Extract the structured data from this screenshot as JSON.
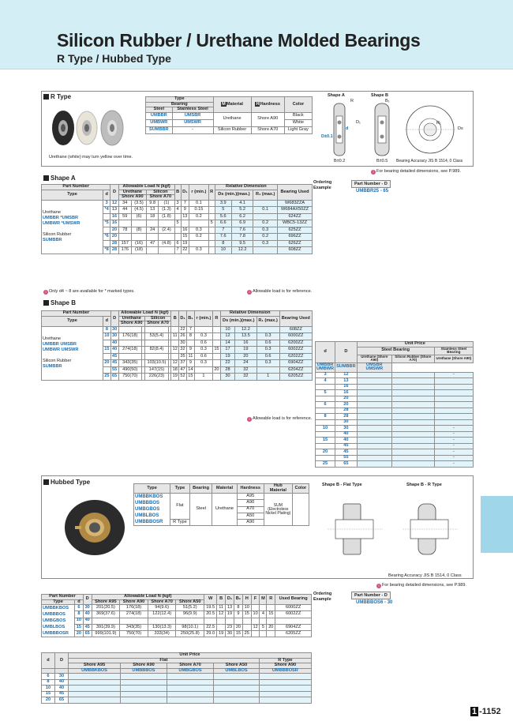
{
  "header": {
    "title": "Silicon Rubber / Urethane Molded Bearings",
    "subtitle": "R Type / Hubbed Type"
  },
  "rtype": {
    "heading": "R Type",
    "photo_note": "Urethane (white) may turn yellow over time.",
    "table": {
      "h_type": "Type",
      "h_bearing": "Bearing",
      "h_steel": "Steel",
      "h_stainless": "Stainless Steel",
      "h_material": "Material",
      "h_hardness": "Hardness",
      "h_color": "Color",
      "m_icon": "M",
      "h_icon": "H",
      "rows": [
        [
          "UMBBR",
          "UMSBR",
          "Urethane",
          "Shore A90",
          "Black"
        ],
        [
          "UMBWR",
          "UMSWR",
          "",
          "",
          "White"
        ],
        [
          "SUMBBR",
          "-",
          "Silicon Rubber",
          "Shore A70",
          "Light Gray"
        ]
      ]
    },
    "shapeA_label": "Shape A",
    "shapeB_label": "Shape B",
    "accuracy": "Bearing Accuracy JIS B 1514, 0 Class",
    "dim_labels": [
      "R",
      "B₁",
      "d",
      "D₁",
      "D±0.1",
      "B±0.2",
      "B±0.5",
      "R₁",
      "Ds"
    ],
    "detail_note": "For bearing detailed dimensions, see P.989."
  },
  "shapeA": {
    "heading": "Shape A",
    "ordering": {
      "label": "Ordering Example",
      "h1": "Part Number",
      "h2": "D",
      "value": "UMBBR25",
      "sep": "-",
      "dval": "65"
    },
    "cols": {
      "part_number": "Part Number",
      "type": "Type",
      "d": "d",
      "D": "D",
      "load": "Allowable Load N (kgf)",
      "urethane": "Urethane",
      "silicon": "Silicon",
      "shore90": "Shore A90",
      "shore70": "Shore A70",
      "B": "B",
      "D1": "D₁",
      "r": "r (min.)",
      "R": "R",
      "reldim": "Relative Dimension",
      "Ds": "Ds (min.)(max.)",
      "R1": "R₁ (max.)",
      "bearing": "Bearing Used"
    },
    "type_text": {
      "urethane": "Urethane",
      "t1a": "UMBBR",
      "t1b": "*UMSBR",
      "t2a": "UMBWR",
      "t2b": "*UMSWR",
      "silicon": "Silicon Rubber",
      "t3": "SUMBBR"
    },
    "rows": [
      [
        "3",
        "12",
        "34",
        "(3.5)",
        "9.8",
        "(1)",
        "3",
        "7",
        "0.1",
        "",
        "3.9",
        "4.1",
        "",
        "W683ZZA"
      ],
      [
        "*4",
        "13",
        "44",
        "(4.5)",
        "13",
        "(1.3)",
        "4",
        "9",
        "0.15",
        "",
        "5",
        "5.2",
        "0.1",
        "W684AX50ZZ"
      ],
      [
        "",
        "16",
        "59",
        "(6)",
        "18",
        "(1.8)",
        "",
        "13",
        "0.2",
        "",
        "5.6",
        "6.2",
        "",
        "624ZZ"
      ],
      [
        "*5",
        "16",
        "",
        "",
        "",
        "",
        "5",
        "",
        "",
        "5",
        "6.6",
        "6.9",
        "0.2",
        "WBC5-13ZZ"
      ],
      [
        "",
        "20",
        "78",
        "(8)",
        "24",
        "(2.4)",
        "",
        "16",
        "0.3",
        "",
        "7",
        "7.6",
        "0.3",
        "625ZZ"
      ],
      [
        "*6",
        "20",
        "",
        "",
        "",
        "",
        "",
        "15",
        "0.2",
        "",
        "7.6",
        "7.8",
        "0.2",
        "696ZZ"
      ],
      [
        "",
        "28",
        "157",
        "(16)",
        "47",
        "(4.8)",
        "6",
        "19",
        "",
        "",
        "8",
        "9.5",
        "0.3",
        "626ZZ"
      ],
      [
        "*8",
        "28",
        "176",
        "(18)",
        "",
        "",
        "7",
        "22",
        "0.3",
        "",
        "10",
        "12.2",
        "",
        "608ZZ"
      ]
    ],
    "note1": "Only d4 ~ 8 are available for * marked types.",
    "note2": "Allowable load is for reference."
  },
  "shapeB": {
    "heading": "Shape B",
    "cols": {
      "B1": "B₁"
    },
    "rows": [
      [
        "8",
        "30",
        "",
        "",
        "",
        "",
        "",
        "22",
        "7",
        "",
        "",
        "10",
        "12.2",
        "",
        "608ZZ"
      ],
      [
        "10",
        "30",
        "176(18)",
        "",
        "53(5.4)",
        "",
        "11",
        "26",
        "8",
        "0.3",
        "",
        "12",
        "13.5",
        "0.3",
        "6000ZZ"
      ],
      [
        "",
        "40",
        "",
        "",
        "",
        "",
        "",
        "30",
        "",
        "0.6",
        "",
        "14",
        "16",
        "0.6",
        "6200ZZ"
      ],
      [
        "15",
        "40",
        "274(18)",
        "",
        "82(8.4)",
        "",
        "12",
        "32",
        "9",
        "0.3",
        "15",
        "17",
        "19",
        "0.3",
        "6002ZZ"
      ],
      [
        "",
        "45",
        "",
        "",
        "",
        "",
        "",
        "35",
        "11",
        "0.6",
        "",
        "19",
        "20",
        "0.6",
        "6202ZZ"
      ],
      [
        "20",
        "45",
        "343(35)",
        "",
        "103(10.5)",
        "",
        "12",
        "37",
        "9",
        "0.3",
        "",
        "22",
        "24",
        "0.3",
        "6904ZZ"
      ],
      [
        "",
        "55",
        "490(50)",
        "",
        "147(15)",
        "",
        "18",
        "47",
        "14",
        "",
        "20",
        "28",
        "32",
        "",
        "6204ZZ"
      ],
      [
        "25",
        "65",
        "750(70)",
        "",
        "226(23)",
        "",
        "19",
        "52",
        "15",
        "1",
        "",
        "30",
        "32",
        "1",
        "6205ZZ"
      ]
    ],
    "note": "Allowable load is for reference."
  },
  "price1": {
    "h_unit": "Unit Price",
    "h_steel": "Steel Bearing",
    "h_stainless": "Stainless Steel Bearing",
    "h_ur": "Urethane (Shore A90)",
    "h_si": "Silicon Rubber (Shore A70)",
    "h_ur2": "Urethane (Shore A90)",
    "c1a": "UMBBR",
    "c1b": "UMBWR",
    "c2": "SUMBBR",
    "c3a": "UMSBR",
    "c3b": "UMSWR",
    "rows": [
      [
        "3",
        "12",
        "",
        "",
        "-"
      ],
      [
        "4",
        "13",
        "",
        "",
        ""
      ],
      [
        "",
        "16",
        "",
        "",
        ""
      ],
      [
        "5",
        "16",
        "",
        "",
        ""
      ],
      [
        "",
        "20",
        "",
        "",
        ""
      ],
      [
        "6",
        "20",
        "",
        "",
        ""
      ],
      [
        "",
        "28",
        "",
        "",
        ""
      ],
      [
        "8",
        "28",
        "",
        "",
        ""
      ],
      [
        "",
        "30",
        "",
        "",
        ""
      ],
      [
        "10",
        "30",
        "",
        "",
        "-"
      ],
      [
        "",
        "40",
        "",
        "",
        "-"
      ],
      [
        "15",
        "40",
        "",
        "",
        "-"
      ],
      [
        "",
        "45",
        "",
        "",
        "-"
      ],
      [
        "20",
        "45",
        "",
        "",
        "-"
      ],
      [
        "",
        "55",
        "",
        "",
        "-"
      ],
      [
        "25",
        "65",
        "",
        "",
        "-"
      ]
    ]
  },
  "hubbed": {
    "heading": "Hubbed Type",
    "table": {
      "h_type": "Type",
      "h_type2": "Type",
      "h_bearing": "Bearing",
      "h_material": "Material",
      "h_hardness": "Hardness",
      "h_hub": "Hub Material",
      "h_color": "Color",
      "types": [
        "UMBBKBOS",
        "UMBBBOS",
        "UMBGBOS",
        "UMBLBOS",
        "UMBBBOSR"
      ],
      "flat": "Flat",
      "rtype": "R Type",
      "steel": "Steel",
      "urethane": "Urethane",
      "hardness": [
        "A95",
        "A90",
        "A70",
        "A50",
        "A90"
      ],
      "hub": "SUM (Electroless Nickel Plating)"
    },
    "shapeBflat": "Shape B - Flat Type",
    "shapeBr": "Shape B - R Type",
    "accuracy": "Bearing Accuracy JIS B 1514, 0 Class",
    "detail_note": "For bearing detailed dimensions, see P.989.",
    "ordering": {
      "label": "Ordering Example",
      "h1": "Part Number",
      "h2": "D",
      "value": "UMBBBOS6",
      "sep": "-",
      "dval": "30"
    }
  },
  "hubdim": {
    "h_part": "Part Number",
    "h_type": "Type",
    "h_d": "d",
    "h_D": "D",
    "h_load": "Allowable Load N (kgf)",
    "h_s95": "Shore A95",
    "h_s90": "Shore A90",
    "h_s70": "Shore A70",
    "h_s50": "Shore A50",
    "h_W": "W",
    "h_B": "B",
    "h_D1": "D₁",
    "h_B1": "B₁",
    "h_H": "H",
    "h_F": "F",
    "h_M": "M",
    "h_R": "R",
    "h_used": "Used Bearing",
    "rows": [
      [
        "6",
        "30",
        "201(20.5)",
        "176(18)",
        "94(9.6)",
        "51(5.2)",
        "19.5",
        "11",
        "13",
        "8",
        "10",
        "",
        "",
        "",
        "6000ZZ"
      ],
      [
        "8",
        "40",
        "369(37.6)",
        "274(18)",
        "122(12.4)",
        "96(9.9)",
        "20.5",
        "12",
        "19",
        "9",
        "15",
        "10",
        "4",
        "15",
        "6002ZZ"
      ],
      [
        "10",
        "40",
        "",
        "",
        "",
        "",
        "",
        "",
        "",
        "",
        "",
        "",
        "",
        "",
        ""
      ],
      [
        "15",
        "45",
        "391(39.9)",
        "343(35)",
        "130(13.3)",
        "98(10.1)",
        "22.5",
        "",
        "23",
        "20",
        "",
        "12",
        "5",
        "20",
        "6904ZZ"
      ],
      [
        "20",
        "65",
        "999(101.9)",
        "750(70)",
        "333(34)",
        "250(25.8)",
        "29.0",
        "19",
        "30",
        "15",
        "25",
        "",
        "",
        "",
        "6205ZZ"
      ]
    ]
  },
  "price2": {
    "h_unit": "Unit Price",
    "h_flat": "Flat",
    "h_rtype": "R Type",
    "h_d": "d",
    "h_D": "D",
    "shores": [
      "Shore A95",
      "Shore A90",
      "Shore A70",
      "Shore A50",
      "Shore A90"
    ],
    "types": [
      "UMBBKBOS",
      "UMBBBOS",
      "UMBGBOS",
      "UMBLBOS",
      "UMBBBOSR"
    ],
    "rows": [
      [
        "6",
        "30"
      ],
      [
        "8",
        "40"
      ],
      [
        "10",
        "40"
      ],
      [
        "15",
        "45"
      ],
      [
        "20",
        "65"
      ]
    ]
  },
  "page": {
    "prefix": "1",
    "number": "-1152"
  },
  "colors": {
    "header_bg": "#d4eef5",
    "accent": "#1a6eb0",
    "table_cyan": "#e3f3fa",
    "tab": "#9fd6e9"
  }
}
